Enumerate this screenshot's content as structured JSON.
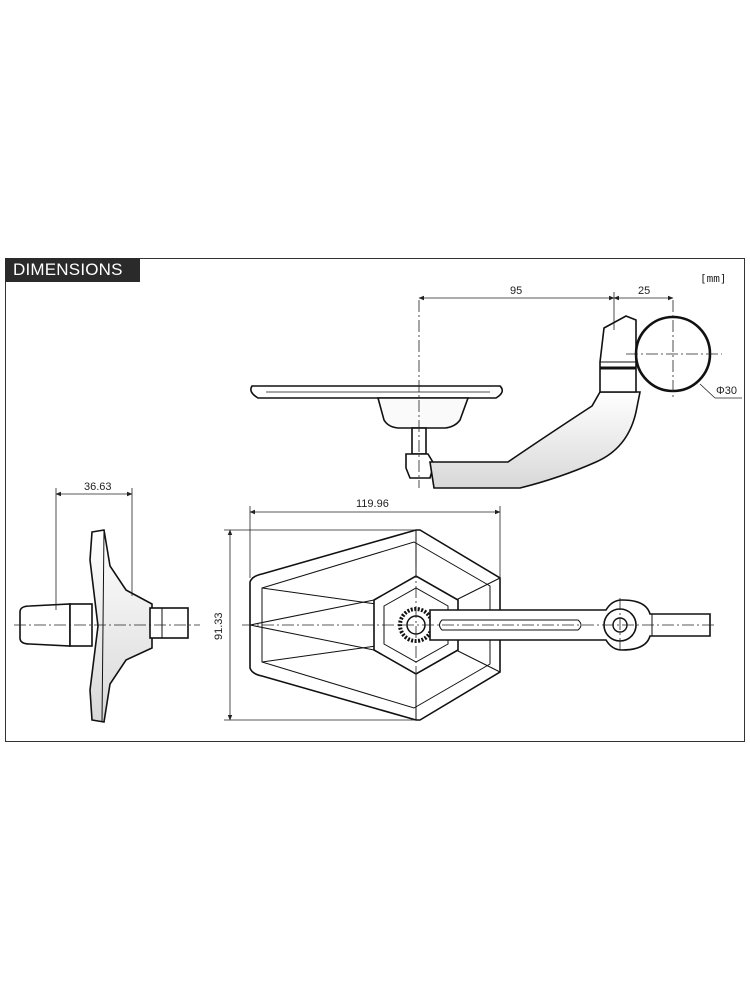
{
  "title": "DIMENSIONS",
  "unit": "[mm]",
  "dimensions": {
    "arm_length": "95",
    "clamp_offset": "25",
    "clamp_diameter": "Φ30",
    "depth": "36.63",
    "width": "119.96",
    "height": "91.33"
  }
}
